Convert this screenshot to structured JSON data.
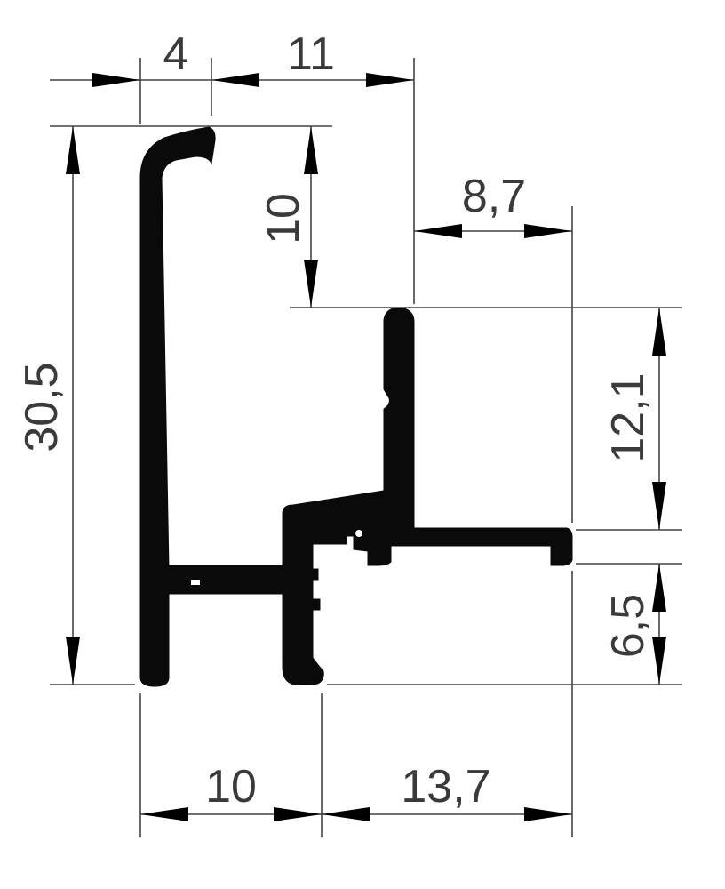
{
  "colors": {
    "profile": "#0a0a0a",
    "lines": "#444444",
    "text": "#3a3a3a",
    "background": "#ffffff"
  },
  "dimensions": {
    "top_left_width": "4",
    "top_gap_width": "11",
    "total_height": "30,5",
    "lip_drop": "10",
    "right_offset": "8,7",
    "upper_right_height": "12,1",
    "lower_right_height": "6,5",
    "bottom_left_width": "10",
    "bottom_right_width": "13,7"
  }
}
